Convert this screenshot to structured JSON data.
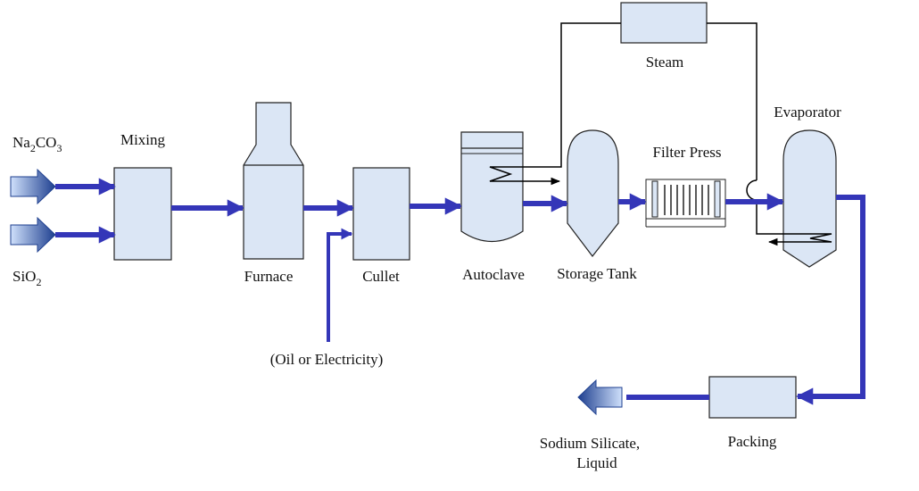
{
  "colors": {
    "unit_fill": "#dbe6f5",
    "unit_stroke": "#222222",
    "flow": "#3436b8",
    "steam_line": "#000000",
    "io_arrow_light": "#9fbdf2",
    "io_arrow_dark": "#1e3f8f"
  },
  "inputs": {
    "na2co3": {
      "base_1": "Na",
      "sub_1": "2",
      "base_2": "CO",
      "sub_2": "3"
    },
    "sio2": {
      "base": "SiO",
      "sub": "2"
    }
  },
  "units": {
    "mixing": "Mixing",
    "furnace": "Furnace",
    "cullet": "Cullet",
    "autoclave": "Autoclave",
    "storage_tank": "Storage Tank",
    "filter_press": "Filter Press",
    "steam": "Steam",
    "evaporator": "Evaporator",
    "packing": "Packing"
  },
  "fuel_input": "(Oil or Electricity)",
  "product": {
    "line_1": "Sodium Silicate,",
    "line_2": "Liquid"
  }
}
